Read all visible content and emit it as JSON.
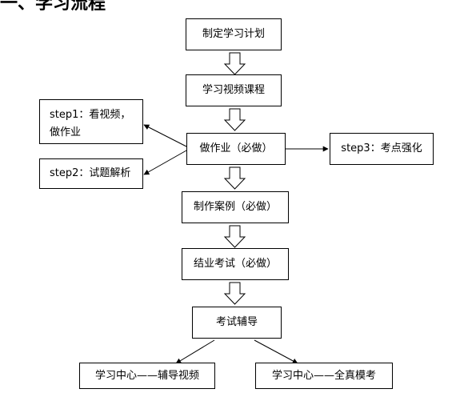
{
  "heading": "一、学习流程",
  "nodes": {
    "plan": "制定学习计划",
    "video": "学习视频课程",
    "homework": "做作业（必做）",
    "case": "制作案例（必做）",
    "exam": "结业考试（必做）",
    "tutor": "考试辅导",
    "step1_line1": "step1：看视频，",
    "step1_line2": "做作业",
    "step2": "step2：试题解析",
    "step3": "step3：考点强化",
    "center_video": "学习中心——辅导视频",
    "center_mock": "学习中心——全真模考"
  }
}
